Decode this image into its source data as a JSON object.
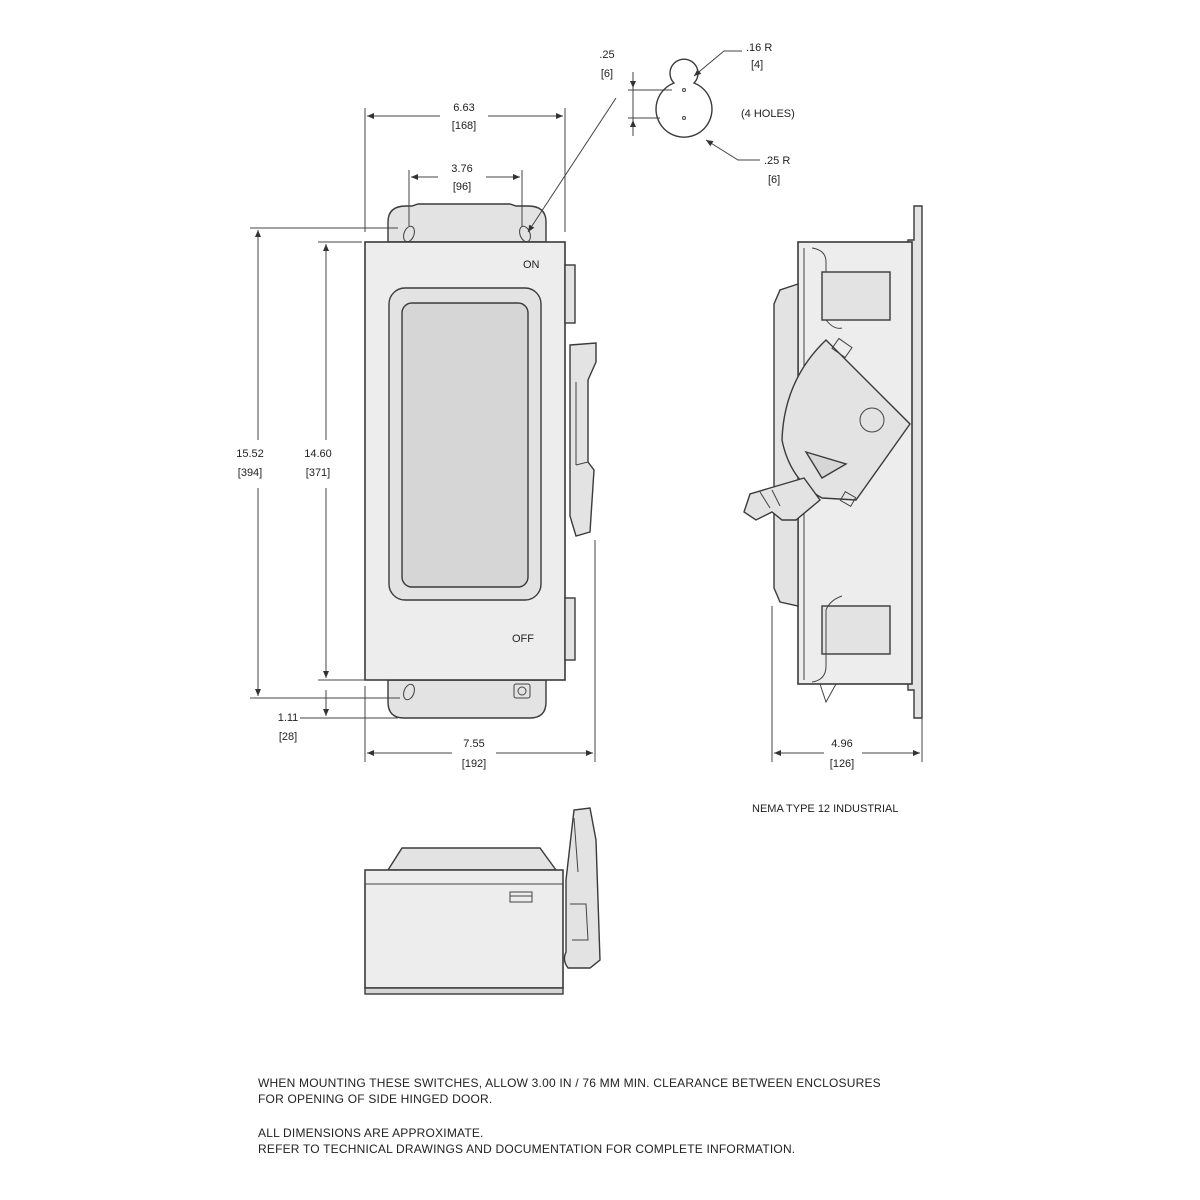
{
  "dimensions": {
    "hole_offset": {
      "in": ".25",
      "mm": "[6]"
    },
    "small_radius": {
      "in": ".16 R",
      "mm": "[4]"
    },
    "holes_note": "(4 HOLES)",
    "large_radius": {
      "in": ".25 R",
      "mm": "[6]"
    },
    "overall_width_top": {
      "in": "6.63",
      "mm": "[168]"
    },
    "hole_spacing": {
      "in": "3.76",
      "mm": "[96]"
    },
    "overall_height": {
      "in": "15.52",
      "mm": "[394]"
    },
    "body_height": {
      "in": "14.60",
      "mm": "[371]"
    },
    "bottom_offset": {
      "in": "1.11",
      "mm": "[28]"
    },
    "overall_width_bottom": {
      "in": "7.55",
      "mm": "[192]"
    },
    "depth": {
      "in": "4.96",
      "mm": "[126]"
    }
  },
  "labels": {
    "on": "ON",
    "off": "OFF",
    "nema_type": "NEMA TYPE 12 INDUSTRIAL"
  },
  "notes": {
    "line1": "WHEN MOUNTING THESE SWITCHES, ALLOW 3.00 IN / 76 MM MIN. CLEARANCE BETWEEN ENCLOSURES",
    "line2": "FOR OPENING OF SIDE HINGED DOOR.",
    "line3": "ALL DIMENSIONS ARE APPROXIMATE.",
    "line4": "REFER TO TECHNICAL DRAWINGS AND DOCUMENTATION FOR COMPLETE INFORMATION."
  }
}
